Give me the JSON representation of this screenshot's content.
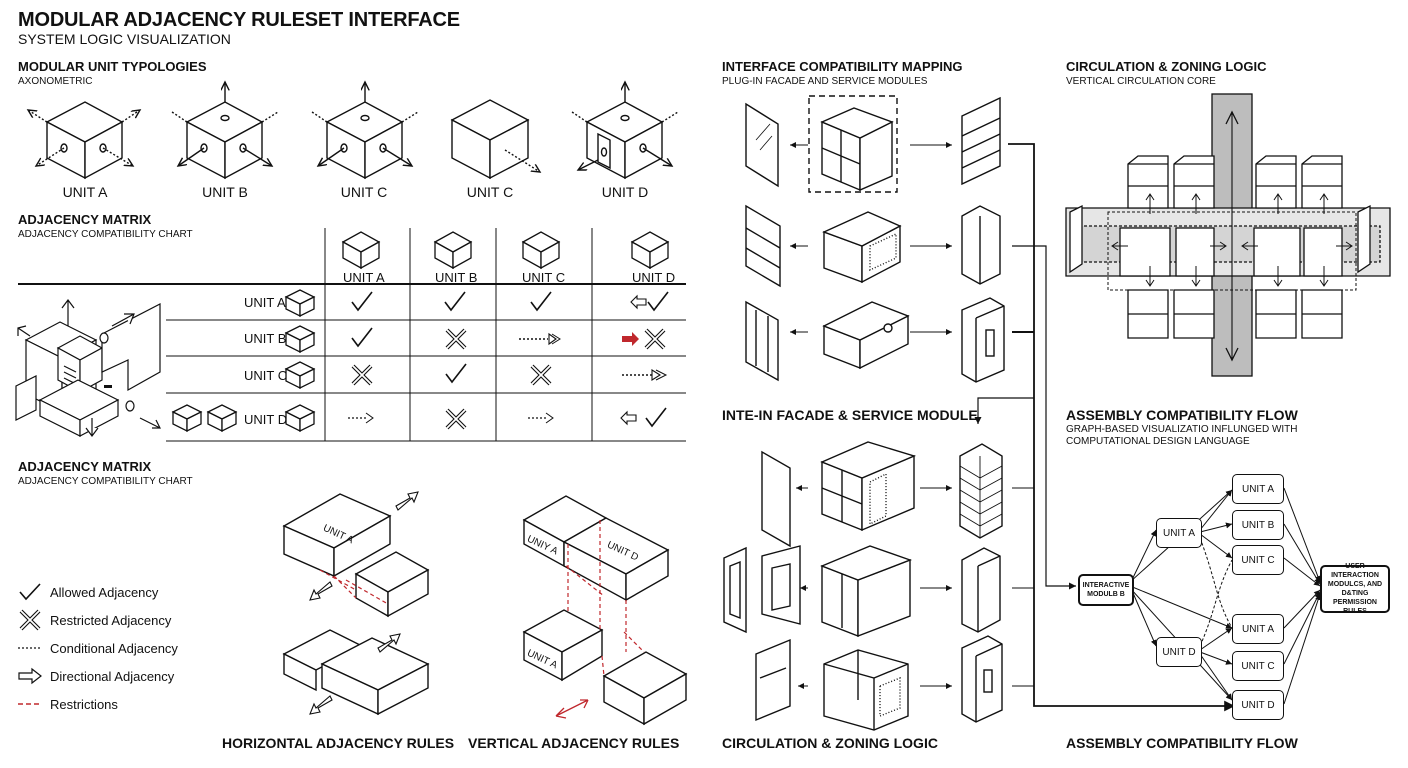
{
  "header": {
    "title": "MODULAR ADJACENCY RULESET INTERFACE",
    "subtitle": "SYSTEM LOGIC VISUALIZATION"
  },
  "typologies": {
    "title": "MODULAR UNIT TYPOLOGIES",
    "subtitle": "AXONOMETRIC",
    "units": [
      "UNIT A",
      "UNIT B",
      "UNIT C",
      "UNIT C",
      "UNIT D"
    ]
  },
  "matrix": {
    "title": "ADJACENCY MATRIX",
    "subtitle": "ADJACENCY COMPATIBILITY CHART",
    "columns": [
      "UNIT A",
      "UNIT B",
      "UNIT C",
      "UNIT D"
    ],
    "rows": [
      {
        "label": "UNIT A",
        "cells": [
          "check",
          "check",
          "check",
          "arrow-check"
        ]
      },
      {
        "label": "UNIT B",
        "cells": [
          "check",
          "cross",
          "dotted-arrow",
          "red-arrow-cross"
        ]
      },
      {
        "label": "UNIT C",
        "cells": [
          "cross",
          "check",
          "cross",
          "dotted-arrow"
        ]
      },
      {
        "label": "UNIT D",
        "cells": [
          "dotted-arrow-small",
          "cross",
          "dotted-arrow-small",
          "arrow-check"
        ]
      }
    ]
  },
  "matrix2": {
    "title": "ADJACENCY MATRIX",
    "subtitle": "ADJACENCY COMPATIBILITY CHART"
  },
  "legend": {
    "items": [
      "Allowed Adjacency",
      "Restricted Adjacency",
      "Conditional Adjacency",
      "Directional Adjacency",
      "Restrictions"
    ]
  },
  "horizontal": {
    "caption": "HORIZONTAL ADJACENCY RULES",
    "unit_label": "UNIT A"
  },
  "vertical": {
    "caption": "VERTICAL ADJACENCY RULES",
    "top_left": "UNIY A",
    "top_right": "UNIT D",
    "bottom": "UNIT A"
  },
  "interface_map": {
    "title": "INTERFACE COMPATIBILITY MAPPING",
    "subtitle": "PLUG-IN FACADE AND SERVICE MODULES"
  },
  "facade": {
    "title": "INTE-IN FACADE & SERVICE MODULE",
    "caption": "CIRCULATION & ZONING LOGIC"
  },
  "circulation": {
    "title": "CIRCULATION & ZONING LOGIC",
    "subtitle": "VERTICAL CIRCULATION CORE"
  },
  "assembly": {
    "title": "ASSEMBLY COMPATIBILITY FLOW",
    "subtitle1": "GRAPH-BASED VISUALIZATIO INFLUNGED WITH",
    "subtitle2": "COMPUTATIONAL DESIGN LANGUAGE",
    "caption": "ASSEMBLY COMPATIBILITY FLOW",
    "source_node": "INTERACTIVE MODULB B",
    "mid_nodes": [
      "UNIT A",
      "UNIT D"
    ],
    "right_nodes": [
      "UNIT A",
      "UNIT B",
      "UNIT C",
      "UNIT A",
      "UNIT C",
      "UNIT D"
    ],
    "sink_node": "USER INTERACTION MODULCS, AND D&TING PERMISSION RULES"
  },
  "colors": {
    "ink": "#111111",
    "accent": "#c0282d",
    "core": "#bdbdbd"
  }
}
